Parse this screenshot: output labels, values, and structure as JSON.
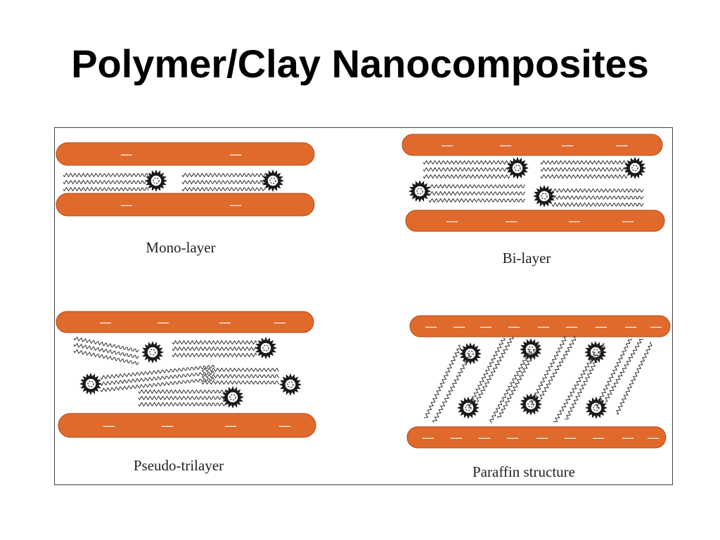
{
  "slide": {
    "title": "Polymer/Clay Nanocomposites"
  },
  "figure": {
    "colors": {
      "clay_layer": "#e06a2c",
      "clay_outline": "#b04a14",
      "charge_mark": "#ffffff",
      "chain": "#333333",
      "surfactant_head": "#1a1a1a",
      "frame": "#444444"
    },
    "charge_symbol": "—",
    "panels": [
      {
        "id": "mono-layer",
        "caption": "Mono-layer"
      },
      {
        "id": "bi-layer",
        "caption": "Bi-layer"
      },
      {
        "id": "pseudo-trilayer",
        "caption": "Pseudo-trilayer"
      },
      {
        "id": "paraffin-structure",
        "caption": "Paraffin structure"
      }
    ]
  }
}
